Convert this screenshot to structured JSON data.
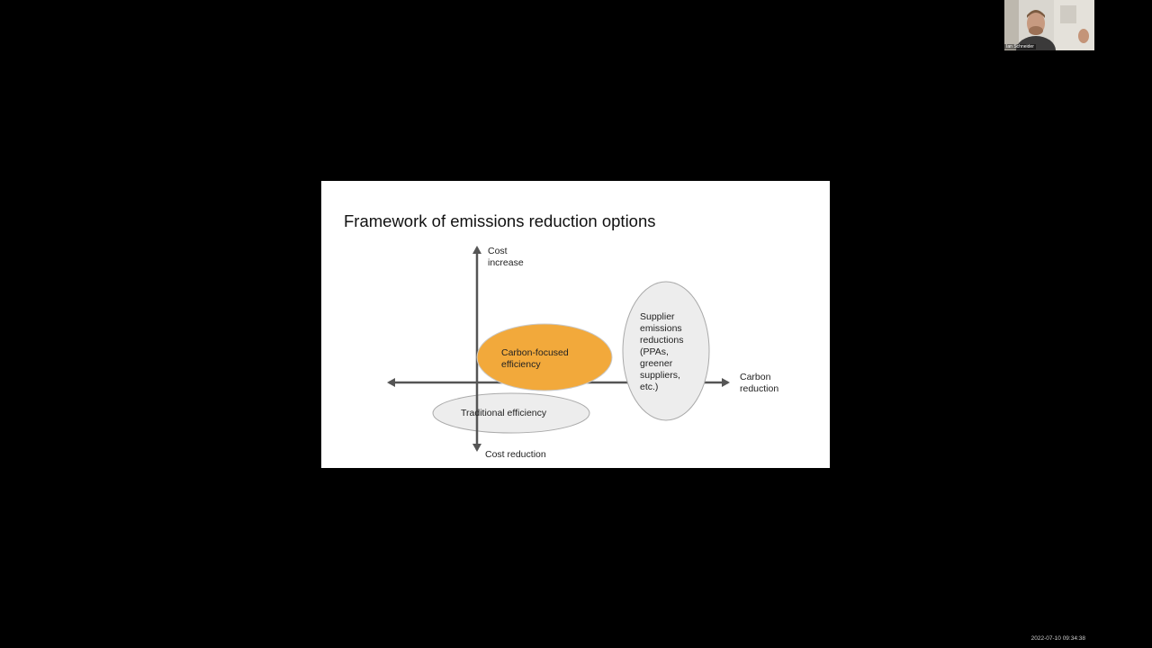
{
  "slide": {
    "title": "Framework of emissions reduction options",
    "axes": {
      "y_top": [
        "Cost",
        "increase"
      ],
      "y_bottom": "Cost reduction",
      "x_right": [
        "Carbon",
        "reduction"
      ]
    },
    "regions": {
      "carbon_focused": [
        "Carbon-focused",
        "efficiency"
      ],
      "traditional": "Traditional efficiency",
      "supplier": [
        "Supplier",
        "emissions",
        "reductions",
        "(PPAs,",
        "greener",
        "suppliers,",
        "etc.)"
      ]
    },
    "colors": {
      "carbon_focused_fill": "#f2a93b",
      "neutral_fill": "#ededed",
      "axis": "#555555"
    }
  },
  "participant": {
    "name": "Ian Schneider"
  },
  "timestamp": "2022-07-10 09:34:38"
}
